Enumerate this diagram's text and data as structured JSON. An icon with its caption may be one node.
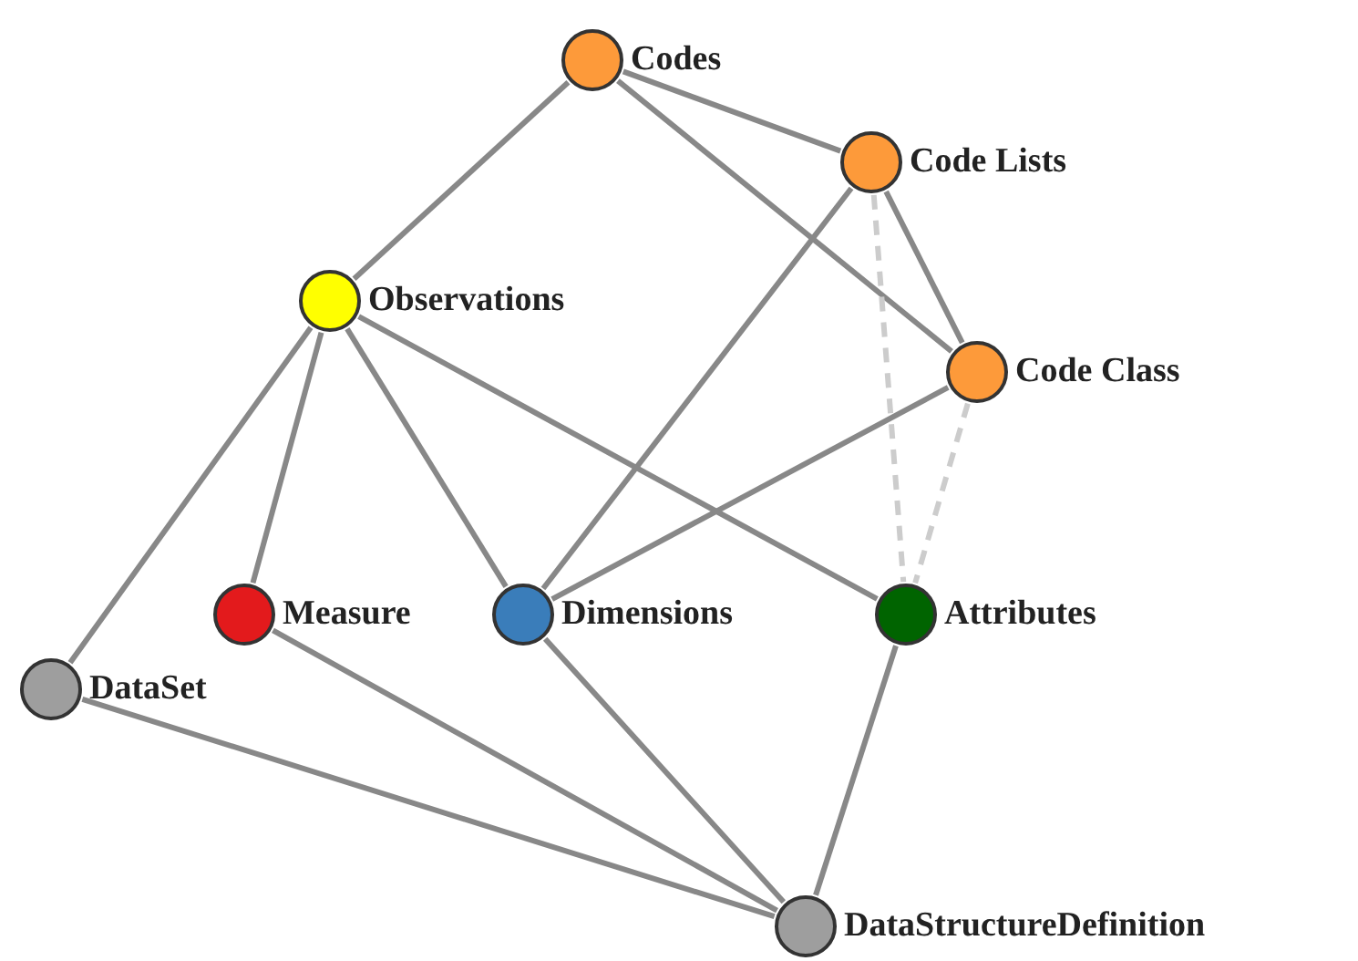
{
  "diagram": {
    "nodes": [
      {
        "text": [],
        "shape": "circle",
        "beside": [
          "Codes"
        ]
      },
      {
        "text": [],
        "shape": "circle",
        "beside": [
          "Code Lists"
        ]
      },
      {
        "text": [],
        "shape": "circle",
        "beside": [
          "Observations"
        ]
      },
      {
        "text": [],
        "shape": "circle",
        "beside": [
          "Code Class"
        ]
      },
      {
        "text": [],
        "shape": "circle",
        "beside": [
          "Measure"
        ]
      },
      {
        "text": [],
        "shape": "circle",
        "beside": [
          "Dimensions"
        ]
      },
      {
        "text": [],
        "shape": "circle",
        "beside": [
          "Attributes"
        ]
      },
      {
        "text": [],
        "shape": "circle",
        "beside": [
          "DataSet"
        ]
      },
      {
        "text": [],
        "shape": "circle",
        "beside": [
          "DataStructureDefinition"
        ]
      }
    ],
    "edges": [
      {
        "from": 0,
        "to": 1,
        "arrow": "none"
      },
      {
        "from": 0,
        "to": 3,
        "arrow": "none"
      },
      {
        "from": 0,
        "to": 2,
        "arrow": "none"
      },
      {
        "from": 1,
        "to": 3,
        "arrow": "none"
      },
      {
        "from": 1,
        "to": 5,
        "arrow": "none"
      },
      {
        "from": 1,
        "to": 6,
        "arrow": "none",
        "style": "dashed",
        "color": "#cccccc"
      },
      {
        "from": 3,
        "to": 5,
        "arrow": "none"
      },
      {
        "from": 3,
        "to": 6,
        "arrow": "none",
        "style": "dashed",
        "color": "#cccccc"
      },
      {
        "from": 2,
        "to": 4,
        "arrow": "none"
      },
      {
        "from": 2,
        "to": 5,
        "arrow": "none"
      },
      {
        "from": 2,
        "to": 6,
        "arrow": "none"
      },
      {
        "from": 2,
        "to": 7,
        "arrow": "none"
      },
      {
        "from": 4,
        "to": 8,
        "arrow": "none"
      },
      {
        "from": 5,
        "to": 8,
        "arrow": "none"
      },
      {
        "from": 6,
        "to": 8,
        "arrow": "none"
      },
      {
        "from": 7,
        "to": 8,
        "arrow": "none"
      }
    ]
  }
}
